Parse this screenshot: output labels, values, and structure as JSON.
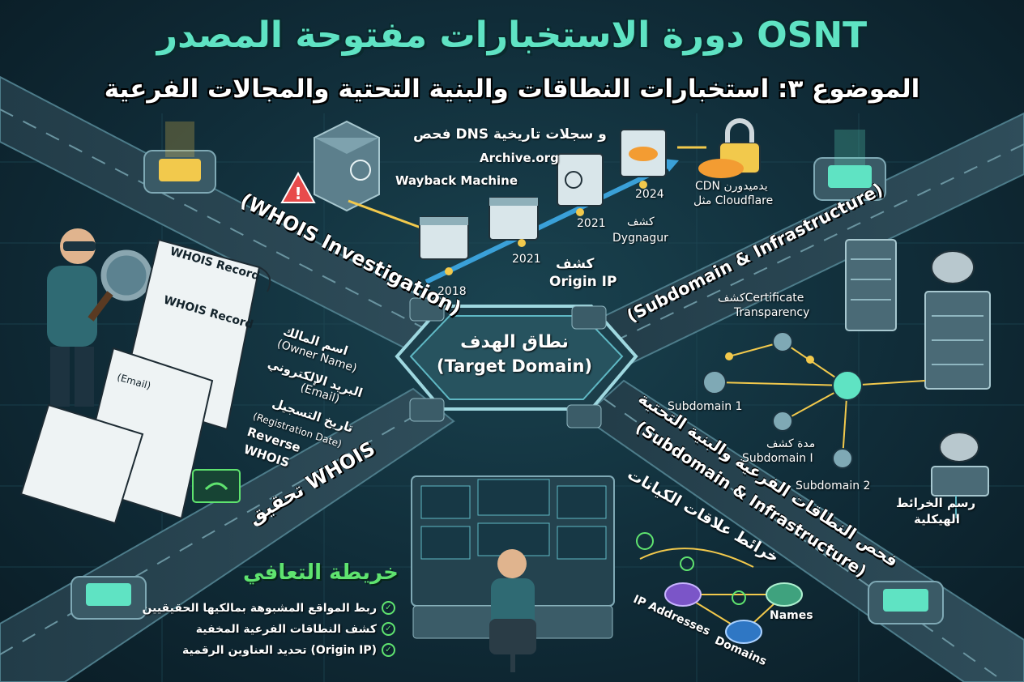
{
  "header": {
    "title": "دورة الاستخبارات مفتوحة المصدر OSNT",
    "subtitle": "الموضوع ٣: استخبارات النطاقات والبنية التحتية والمجالات الفرعية"
  },
  "center": {
    "label_ar": "نطاق الهدف",
    "label_en": "(Target Domain)"
  },
  "roads": {
    "whois_en": "(WHOIS Investigation)",
    "whois_ar": "تحقيق WHOIS",
    "subdomain_en": "(Subdomain & Infrastructure)",
    "subdomain_ar_1": "فحص النطاقات الفرعية والبنية التحتية",
    "subdomain_ar_2": "(Subdomain & Infrastructure)"
  },
  "timeline": {
    "dns_label": "فحص DNS و سجلات تاريخية",
    "archive_label": "Archive.org",
    "wayback_label": "Wayback Machine",
    "years": [
      "2018",
      "2021",
      "2021",
      "2024"
    ],
    "dygnagur_ar": "كشف",
    "dygnagur_en": "Dygnagur",
    "origin_ar": "كشف",
    "origin_en": "Origin IP",
    "cdn_1": "CDN يدميدورن",
    "cdn_2": "مثل Cloudflare"
  },
  "whois": {
    "record_1": "WHOIS Record",
    "record_2": "WHOIS Record",
    "email_tag": "(Email)",
    "owner_ar": "اسم المالك",
    "owner_en": "(Owner Name)",
    "email_ar": "البريد الإلكتروني",
    "email_en": "(Email)",
    "reg_ar": "تاريخ التسجيل",
    "reg_en": "(Registration Date)",
    "reverse_1": "Reverse",
    "reverse_2": "WHOIS"
  },
  "subdomains": {
    "ct_1": "كشفCertificate",
    "ct_2": "Transparency",
    "sub1": "Subdomain 1",
    "sub1b_ar": "مدة كشف",
    "sub1b_en": "Subdomain I",
    "sub2": "Subdomain 2",
    "map_1": "رسم الخرائط",
    "map_2": "الهيكلية"
  },
  "relations": {
    "title": "خرائط علاقات الكيانات",
    "names": "Names",
    "ip": "IP Addresses",
    "domains": "Domains"
  },
  "legend": {
    "title": "خريطة التعافي",
    "items": [
      "ربط المواقع المشبوهة بمالكيها الحقيقيين",
      "كشف النطاقات الفرعية المخفية",
      "تحديد العناوين الرقمية (Origin IP)"
    ]
  },
  "colors": {
    "accent_teal": "#5fe3c3",
    "accent_green": "#5fe36f",
    "node_yellow": "#f2c94c",
    "timeline_blue": "#3aa0d8"
  }
}
